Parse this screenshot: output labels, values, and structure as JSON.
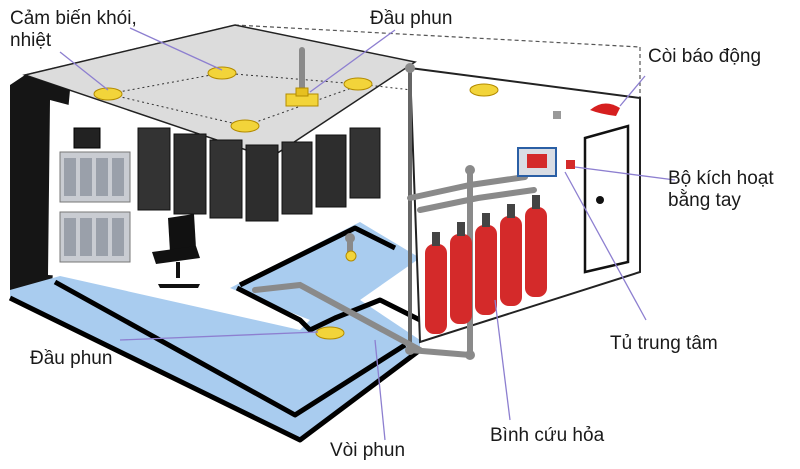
{
  "labels": {
    "smoke_heat_sensor": "Cảm biến  khói,\nnhiệt",
    "ceiling_nozzle": "Đầu phun",
    "alarm_siren": "Còi báo động",
    "manual_trigger": "Bộ kích hoạt\nbằng tay",
    "control_cabinet": "Tủ trung tâm",
    "fire_extinguisher": "Bình cứu hỏa",
    "spray_pipe": "Vòi phun",
    "floor_nozzle": "Đầu phun"
  },
  "colors": {
    "ceiling": "#dcdcdc",
    "floor_channel": "#a9ccef",
    "room_outline": "#000000",
    "cylinder_red": "#d42a2a",
    "siren_red": "#d61f1f",
    "detector_yellow": "#f2d43a",
    "pipe_gray": "#8a8a8a",
    "leader_line": "#8d7fd0"
  },
  "icons": [
    "smoke-detector-icon",
    "nozzle-icon",
    "siren-icon",
    "manual-call-point-icon",
    "control-panel-icon",
    "gas-cylinder-icon",
    "office-chair-icon",
    "server-rack-icon",
    "computer-monitor-icon",
    "door-icon"
  ]
}
